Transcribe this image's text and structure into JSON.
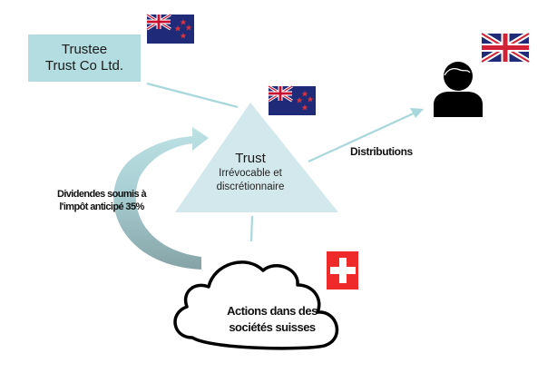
{
  "diagram": {
    "trustee": {
      "line1": "Trustee",
      "line2": "Trust Co Ltd.",
      "flag": "new-zealand-flag"
    },
    "trust": {
      "title": "Trust",
      "subtitle_line1": "Irrévocable et",
      "subtitle_line2": "discrétionnaire",
      "flag": "new-zealand-flag"
    },
    "beneficiary": {
      "icon": "person-icon",
      "flag": "united-kingdom-flag"
    },
    "distributions_label": "Distributions",
    "dividends_label_line1": "Dividendes soumis à",
    "dividends_label_line2": "l'impôt anticipé 35%",
    "shares": {
      "line1": "Actions dans des",
      "line2": "sociétés suisses",
      "flag": "switzerland-flag"
    },
    "colors": {
      "light_teal": "#b3dde0",
      "triangle_fill": "#d3e8ec",
      "connector": "#a9d8dc",
      "arrow_top": "#b7dfe2",
      "arrow_bottom": "#86a6aa",
      "swiss_red": "#ee2a2a",
      "nz_blue": "#1f2a78",
      "uk_red": "#d22235"
    }
  }
}
